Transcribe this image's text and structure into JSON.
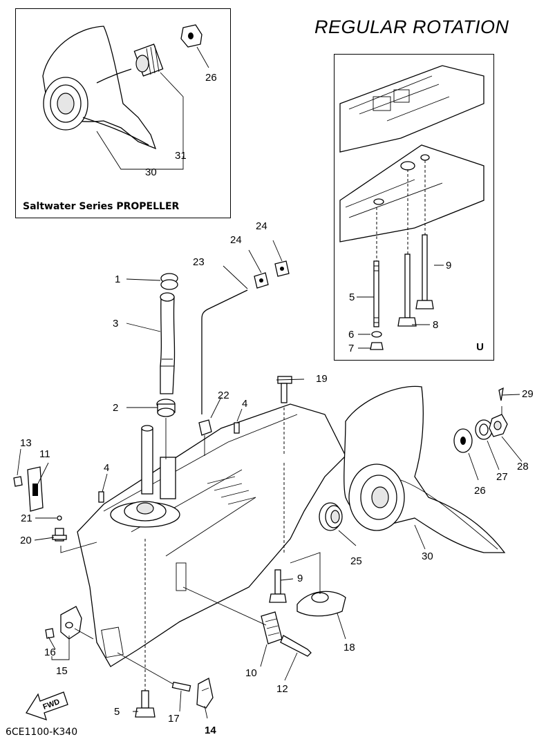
{
  "title": "REGULAR ROTATION",
  "saltwater_inset": {
    "caption": "Saltwater Series PROPELLER"
  },
  "regular_inset": {
    "variant_letter": "U"
  },
  "footer": {
    "code": "6CE1100-K340"
  },
  "fwd_arrow": {
    "label": "FWD"
  },
  "callouts": [
    "1",
    "2",
    "3",
    "4",
    "4",
    "5",
    "5",
    "6",
    "7",
    "8",
    "9",
    "9",
    "10",
    "11",
    "12",
    "13",
    "14",
    "15",
    "16",
    "17",
    "18",
    "19",
    "20",
    "21",
    "22",
    "23",
    "24",
    "24",
    "25",
    "26",
    "26",
    "27",
    "28",
    "29",
    "30",
    "30",
    "31"
  ]
}
